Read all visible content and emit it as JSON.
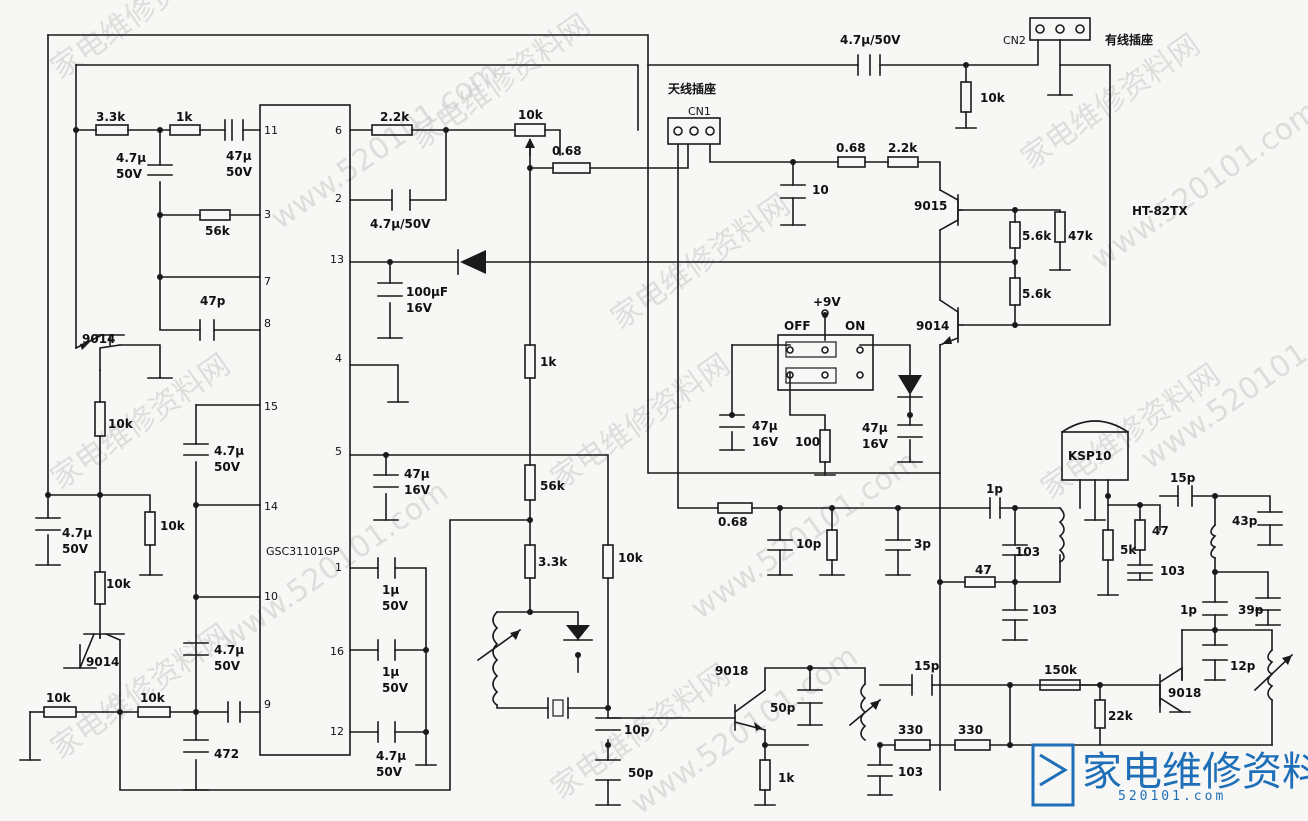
{
  "chip": {
    "name": "GSC31101GP",
    "pins": [
      "11",
      "3",
      "7",
      "8",
      "15",
      "14",
      "10",
      "9",
      "6",
      "2",
      "13",
      "4",
      "5",
      "1",
      "16",
      "12"
    ]
  },
  "connectors": {
    "cn1_id": "CN1",
    "cn1_label": "天线插座",
    "cn2_id": "CN2",
    "cn2_label": "有线插座"
  },
  "model": "HT-82TX",
  "switch": {
    "supply": "+9V",
    "off": "OFF",
    "on": "ON"
  },
  "crystal_module": "KSP10",
  "transistors": [
    "9014",
    "9014",
    "9014",
    "9015",
    "9018",
    "9018"
  ],
  "labels": {
    "r33k_top": "3.3k",
    "r1k_top": "1k",
    "c47u50_top": "47μ",
    "c47u50_top_v": "50V",
    "c47u50_left": "4.7μ",
    "c47u50_left_v": "50V",
    "r56k_left": "56k",
    "c47p": "47p",
    "r22k": "2.2k",
    "c47u50_mid": "4.7μ/50V",
    "c100u": "100μF",
    "c100u_v": "16V",
    "c47u16_mid": "47μ",
    "c47u16_mid_v": "16V",
    "pot10k": "10k",
    "r068_a": "0.68",
    "r1k_mid": "1k",
    "r56k_mid": "56k",
    "r33k_mid": "3.3k",
    "r10k_mid": "10k",
    "c47u50_top_right": "4.7μ/50V",
    "r10k_cn2": "10k",
    "c10": "10",
    "r068_b": "0.68",
    "r22k_b": "2.2k",
    "r56k_a": "5.6k",
    "r47k": "47k",
    "r56k_b": "5.6k",
    "c47u16_sw_l": "47μ",
    "c47u16_sw_l_v": "16V",
    "r100": "100",
    "c47u16_sw_r": "47μ",
    "c47u16_sw_r_v": "16V",
    "r10k_a": "10k",
    "r10k_b": "10k",
    "c47u50_ll": "4.7μ",
    "c47u50_ll_v": "50V",
    "r10k_c": "10k",
    "c47u50_b15": "4.7μ",
    "c47u50_b15_v": "50V",
    "c47u50_b10": "4.7μ",
    "c47u50_b10_v": "50V",
    "r10k_in": "10k",
    "r10k_in2": "10k",
    "c472": "472",
    "c1u_a": "1μ",
    "c1u_a_v": "50V",
    "c1u_b": "1μ",
    "c1u_b_v": "50V",
    "c47u_b": "4.7μ",
    "c47u_b_v": "50V",
    "r068_c": "0.68",
    "c10p_a": "10p",
    "c3p": "3p",
    "c1p_a": "1p",
    "c103_a": "103",
    "r47_a": "47",
    "c103_b": "103",
    "c15p_a": "15p",
    "r47_b": "47",
    "r5k": "5k",
    "c103_c": "103",
    "c43p": "43p",
    "c1p_b": "1p",
    "c39p": "39p",
    "c12p": "12p",
    "c10p_b": "10p",
    "c50p_a": "50p",
    "c50p_b": "50p",
    "r1k_e": "1k",
    "c15p_b": "15p",
    "r150k": "150k",
    "r22k_e": "22k",
    "r330_a": "330",
    "r330_b": "330",
    "c103_d": "103"
  },
  "watermark": {
    "text": "家电维修资料网",
    "url": "www.520101.com"
  },
  "brand": {
    "name": "家电维修资料网",
    "url": "520101.com"
  },
  "colors": {
    "ink": "#1a1a1a",
    "paper": "#f7f7f5",
    "brand": "#1f6fb8",
    "watermark": "#c8c8c8"
  }
}
